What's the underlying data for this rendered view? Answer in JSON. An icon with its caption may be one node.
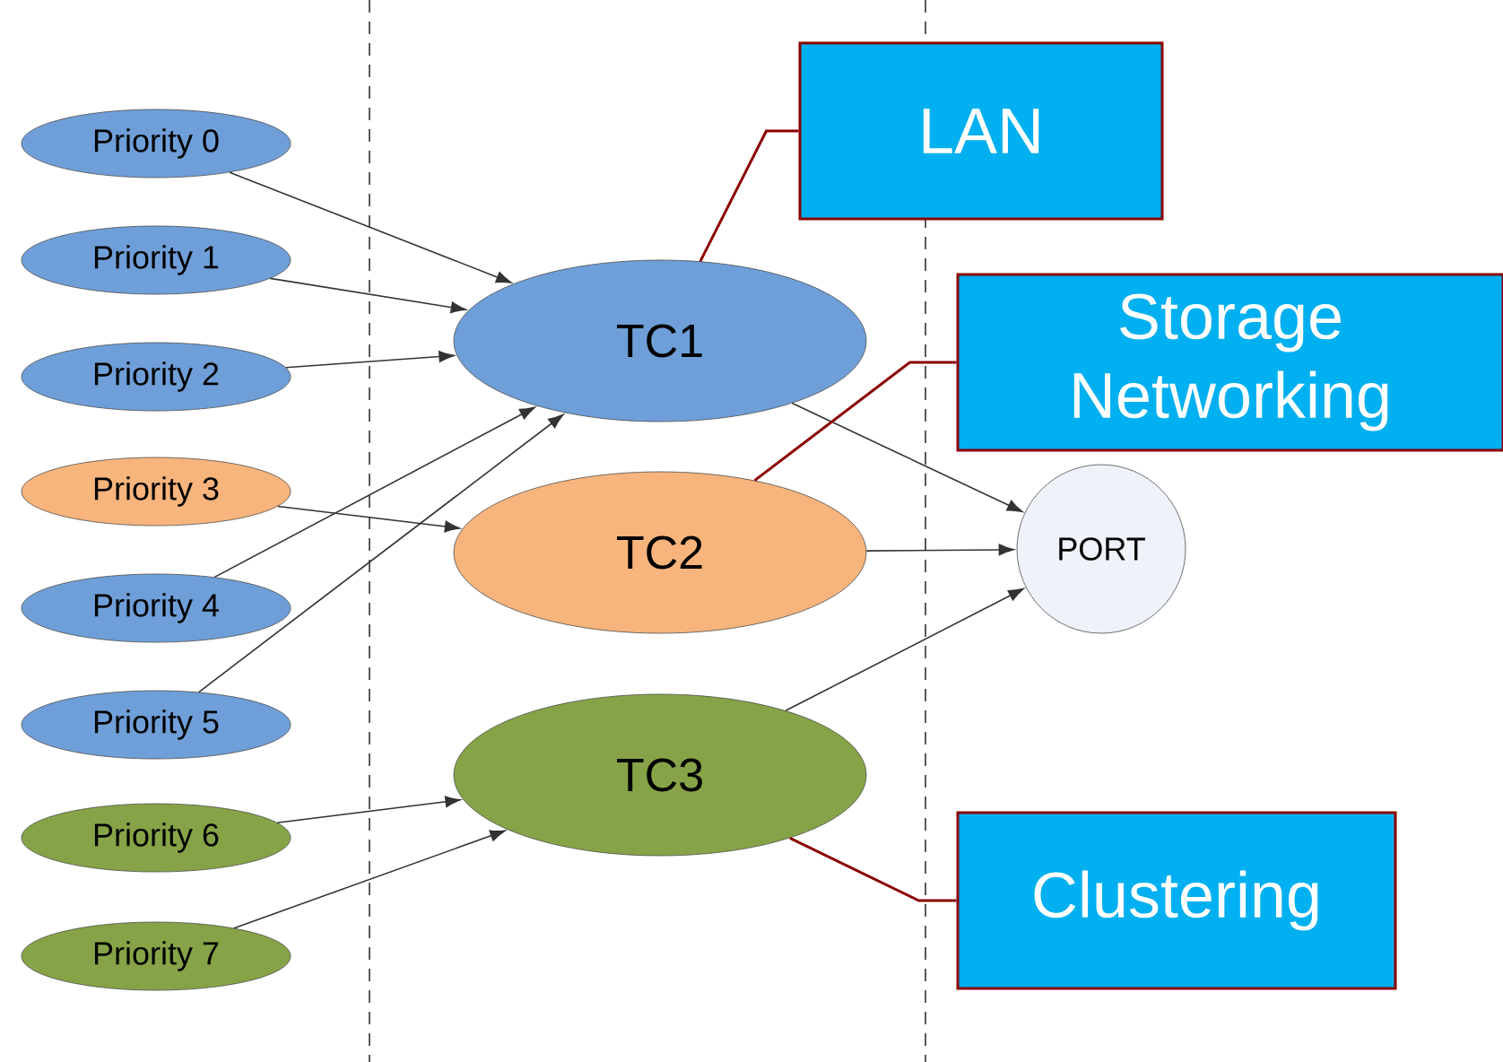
{
  "diagram": {
    "nodes": [
      {
        "text": [
          "Priority 0"
        ]
      },
      {
        "text": [
          "Priority 1"
        ]
      },
      {
        "text": [
          "Priority 2"
        ]
      },
      {
        "text": [
          "Priority 3"
        ]
      },
      {
        "text": [
          "Priority 4"
        ]
      },
      {
        "text": [
          "Priority 5"
        ]
      },
      {
        "text": [
          "Priority 6"
        ]
      },
      {
        "text": [
          "Priority 7"
        ]
      },
      {
        "text": [
          "TC1"
        ]
      },
      {
        "text": [
          "TC2"
        ]
      },
      {
        "text": [
          "TC3"
        ]
      },
      {
        "text": [
          "PORT"
        ]
      },
      {
        "text": [
          "LAN"
        ]
      },
      {
        "text": [
          "Storage Networking"
        ]
      },
      {
        "text": [
          "Clustering"
        ]
      }
    ],
    "edges": [
      {
        "from": 0,
        "to": 8,
        "arrow": "to"
      },
      {
        "from": 1,
        "to": 8,
        "arrow": "to"
      },
      {
        "from": 2,
        "to": 8,
        "arrow": "to"
      },
      {
        "from": 3,
        "to": 9,
        "arrow": "to"
      },
      {
        "from": 4,
        "to": 8,
        "arrow": "to"
      },
      {
        "from": 5,
        "to": 8,
        "arrow": "to"
      },
      {
        "from": 6,
        "to": 10,
        "arrow": "to"
      },
      {
        "from": 7,
        "to": 10,
        "arrow": "to"
      },
      {
        "from": 8,
        "to": 11,
        "arrow": "to"
      },
      {
        "from": 9,
        "to": 11,
        "arrow": "to"
      },
      {
        "from": 10,
        "to": 11,
        "arrow": "to"
      },
      {
        "from": 12,
        "to": 8,
        "arrow": "none",
        "color": "#8b0000"
      },
      {
        "from": 13,
        "to": 9,
        "arrow": "none",
        "color": "#8b0000"
      },
      {
        "from": 14,
        "to": 10,
        "arrow": "none",
        "color": "#8b0000"
      }
    ]
  }
}
